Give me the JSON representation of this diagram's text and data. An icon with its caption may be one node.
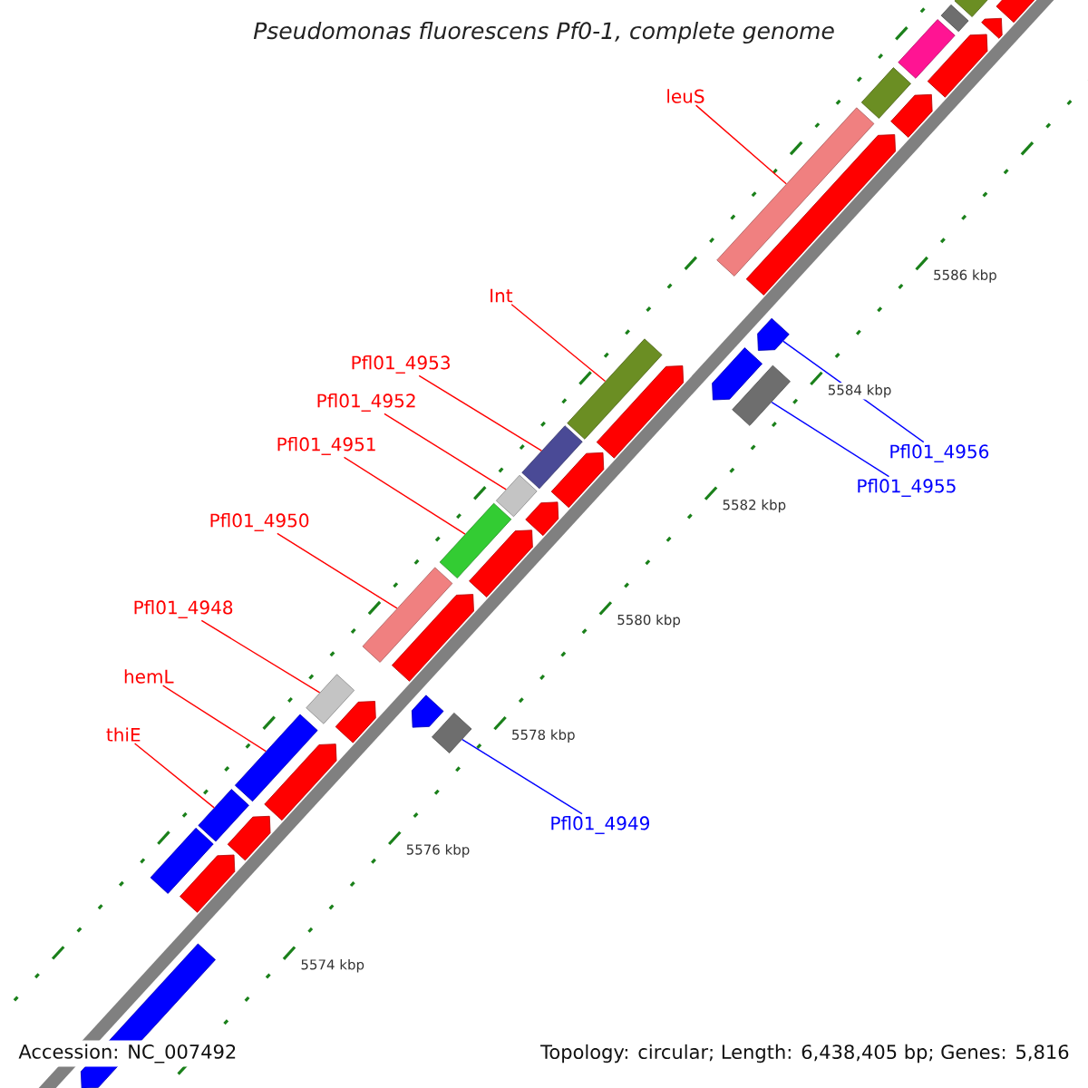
{
  "diagram": {
    "title": "Pseudomonas fluorescens Pf0-1, complete genome",
    "nodes": [
      {
        "text": [
          "leuS"
        ]
      },
      {
        "text": [
          "Int"
        ]
      },
      {
        "text": [
          "Pfl01_4953"
        ]
      },
      {
        "text": [
          "Pfl01_4952"
        ]
      },
      {
        "text": [
          "Pfl01_4951"
        ]
      },
      {
        "text": [
          "Pfl01_4950"
        ]
      },
      {
        "text": [
          "Pfl01_4948"
        ]
      },
      {
        "text": [
          "hemL"
        ]
      },
      {
        "text": [
          "thiE"
        ]
      },
      {
        "text": [
          "Pfl01_4956"
        ]
      },
      {
        "text": [
          "Pfl01_4955"
        ]
      },
      {
        "text": [
          "Pfl01_4949"
        ]
      },
      {
        "text": [],
        "shape": "bar"
      },
      {
        "text": [],
        "shape": "bar"
      },
      {
        "text": [],
        "shape": "bar"
      },
      {
        "text": [],
        "shape": "bar"
      },
      {
        "text": [],
        "shape": "bar"
      },
      {
        "text": [],
        "shape": "bar"
      },
      {
        "text": [],
        "shape": "bar"
      },
      {
        "text": [],
        "shape": "bar"
      },
      {
        "text": [],
        "shape": "bar"
      },
      {
        "text": [],
        "shape": "pentagon"
      },
      {
        "text": [],
        "shape": "bar"
      },
      {
        "text": [],
        "shape": "bar"
      },
      {
        "text": [],
        "shape": "pentagon"
      },
      {
        "text": [],
        "shape": "pentagon"
      },
      {
        "text": [],
        "shape": "bar"
      },
      {
        "text": [],
        "shape": "pentagon"
      },
      {
        "text": [],
        "shape": "pentagon"
      },
      {
        "text": [],
        "shape": "pentagon"
      },
      {
        "text": [],
        "shape": "pentagon"
      },
      {
        "text": [],
        "shape": "pentagon"
      },
      {
        "text": [],
        "shape": "pentagon"
      },
      {
        "text": [],
        "shape": "pentagon"
      },
      {
        "text": [],
        "shape": "pentagon"
      },
      {
        "text": [],
        "shape": "pentagon"
      },
      {
        "text": [],
        "shape": "pentagon"
      },
      {
        "text": [],
        "shape": "pentagon"
      },
      {
        "text": [],
        "shape": "pentagon"
      },
      {
        "text": [],
        "shape": "bar"
      },
      {
        "text": [],
        "shape": "pentagon"
      },
      {
        "text": [],
        "shape": "bar"
      },
      {
        "text": [],
        "shape": "pentagon"
      },
      {
        "text": [],
        "shape": "bar"
      },
      {
        "text": [],
        "shape": "pentagon"
      },
      {
        "text": [],
        "shape": "bar"
      }
    ],
    "edges": [
      {
        "from": 0,
        "to": 12,
        "arrow": "none"
      },
      {
        "from": 1,
        "to": 13,
        "arrow": "none"
      },
      {
        "from": 2,
        "to": 14,
        "arrow": "none"
      },
      {
        "from": 3,
        "to": 15,
        "arrow": "none"
      },
      {
        "from": 4,
        "to": 16,
        "arrow": "none"
      },
      {
        "from": 5,
        "to": 17,
        "arrow": "none"
      },
      {
        "from": 6,
        "to": 18,
        "arrow": "none"
      },
      {
        "from": 7,
        "to": 19,
        "arrow": "none"
      },
      {
        "from": 8,
        "to": 20,
        "arrow": "none"
      },
      {
        "from": 9,
        "to": 21,
        "arrow": "none",
        "color": "#0000ff"
      },
      {
        "from": 10,
        "to": 22,
        "arrow": "none",
        "color": "#0000ff"
      },
      {
        "from": 11,
        "to": 23,
        "arrow": "none",
        "color": "#0000ff"
      }
    ],
    "labels": [
      "5586 kbp",
      "5584 kbp",
      "5582 kbp",
      "5580 kbp",
      "5578 kbp",
      "5576 kbp",
      "5574 kbp",
      "Accession: NC_007492",
      "Topology: circular; Length: 6,438,405 bp; Genes: 5,816"
    ]
  }
}
